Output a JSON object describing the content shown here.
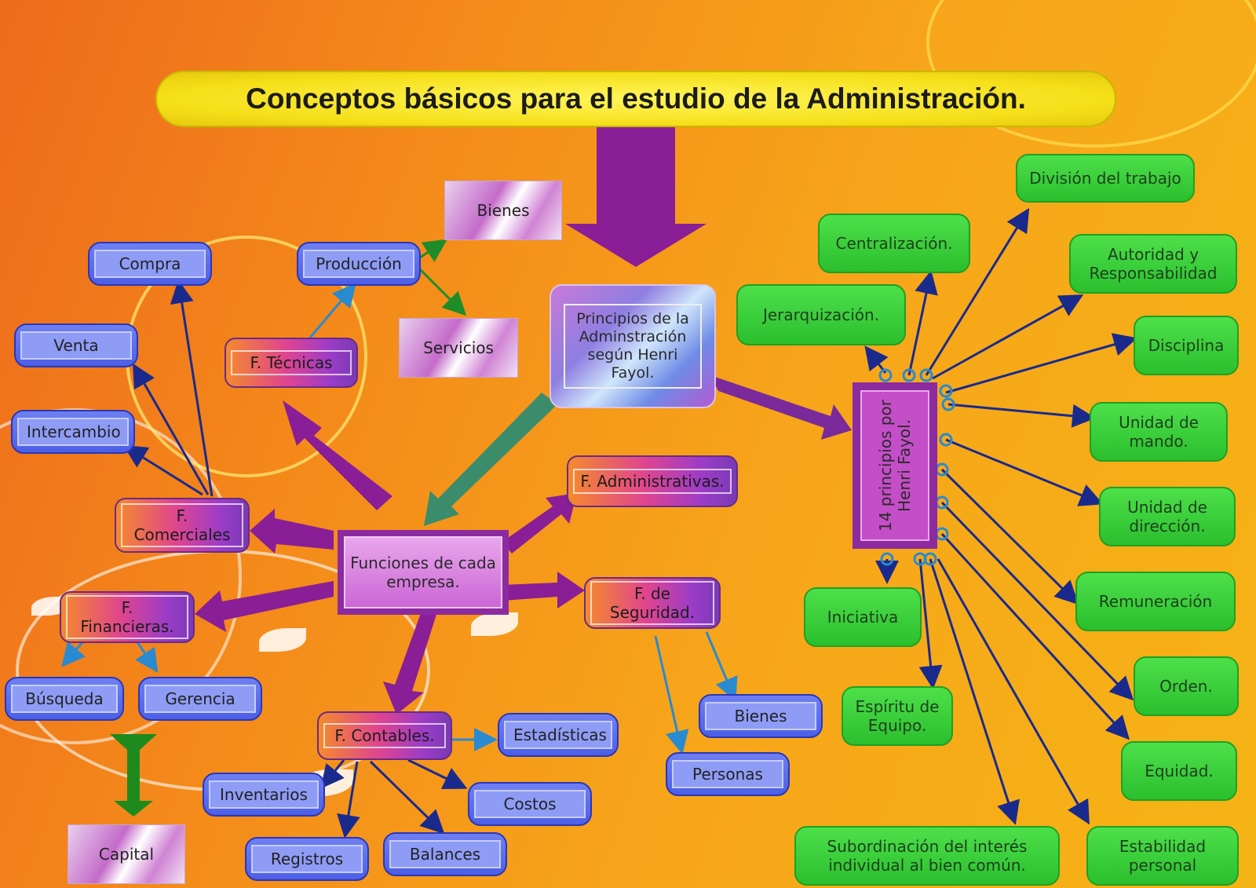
{
  "title": "Conceptos básicos para el estudio de la Administración.",
  "center_principles": "Principios de la Adminstración según Henri Fayol.",
  "center_functions": "Funciones de cada empresa.",
  "fayol_box": "14 principios por Henri Fayol.",
  "functions": {
    "tecnicas": "F. Técnicas",
    "comerciales": "F. Comerciales",
    "financieras": "F. Financieras.",
    "contables": "F. Contables.",
    "seguridad": "F. de Seguridad.",
    "administrativas": "F. Administrativas."
  },
  "tecnicas_items": {
    "produccion": "Producción",
    "bienes": "Bienes",
    "servicios": "Servicios"
  },
  "comerciales_items": {
    "compra": "Compra",
    "venta": "Venta",
    "intercambio": "Intercambio"
  },
  "financieras_items": {
    "busqueda": "Búsqueda",
    "gerencia": "Gerencia",
    "capital": "Capital"
  },
  "contables_items": {
    "estadisticas": "Estadísticas",
    "inventarios": "Inventarios",
    "costos": "Costos",
    "registros": "Registros",
    "balances": "Balances"
  },
  "seguridad_items": {
    "bienes": "Bienes",
    "personas": "Personas"
  },
  "principles": {
    "division": "División del trabajo",
    "centralizacion": "Centralización.",
    "jerarquizacion": "Jerarquización.",
    "autoridad": "Autoridad y Responsabilidad",
    "disciplina": "Disciplina",
    "unidad_mando": "Unidad de mando.",
    "unidad_direccion": "Unidad de dirección.",
    "remuneracion": "Remuneración",
    "iniciativa": "Iniciativa",
    "espiritu": "Espíritu de Equipo.",
    "orden": "Orden.",
    "equidad": "Equidad.",
    "subordinacion": "Subordinación del interés individual al bien común.",
    "estabilidad": "Estabilidad personal"
  },
  "colors": {
    "arrow_purple": "#8a1e96",
    "link_navy": "#1a2a8c",
    "green_box": "#3ad03a"
  }
}
